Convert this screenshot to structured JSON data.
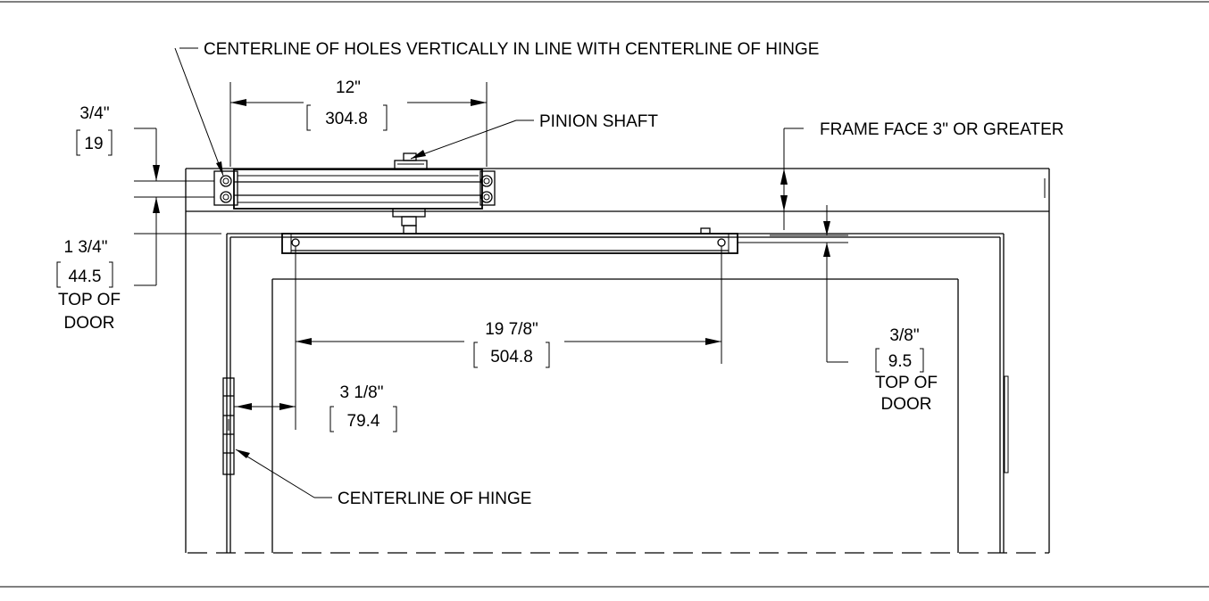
{
  "labels": {
    "holes_centerline_note": "CENTERLINE OF HOLES VERTICALLY IN LINE WITH CENTERLINE OF HINGE",
    "pinion_shaft": "PINION SHAFT",
    "frame_face": "FRAME FACE 3\" OR GREATER",
    "hinge_centerline": "CENTERLINE OF HINGE"
  },
  "dimensions": {
    "closer_length": {
      "imperial": "12\"",
      "metric": "304.8"
    },
    "hole_offset_top": {
      "imperial": "3/4\"",
      "metric": "19"
    },
    "closer_to_door_top": {
      "imperial": "1 3/4\"",
      "metric": "44.5",
      "note_line1": "TOP OF",
      "note_line2": "DOOR"
    },
    "arm_hole_spacing": {
      "imperial": "19 7/8\"",
      "metric": "504.8"
    },
    "hinge_to_arm_hole": {
      "imperial": "3 1/8\"",
      "metric": "79.4"
    },
    "arm_to_door_top": {
      "imperial": "3/8\"",
      "metric": "9.5",
      "note_line1": "TOP OF",
      "note_line2": "DOOR"
    }
  }
}
